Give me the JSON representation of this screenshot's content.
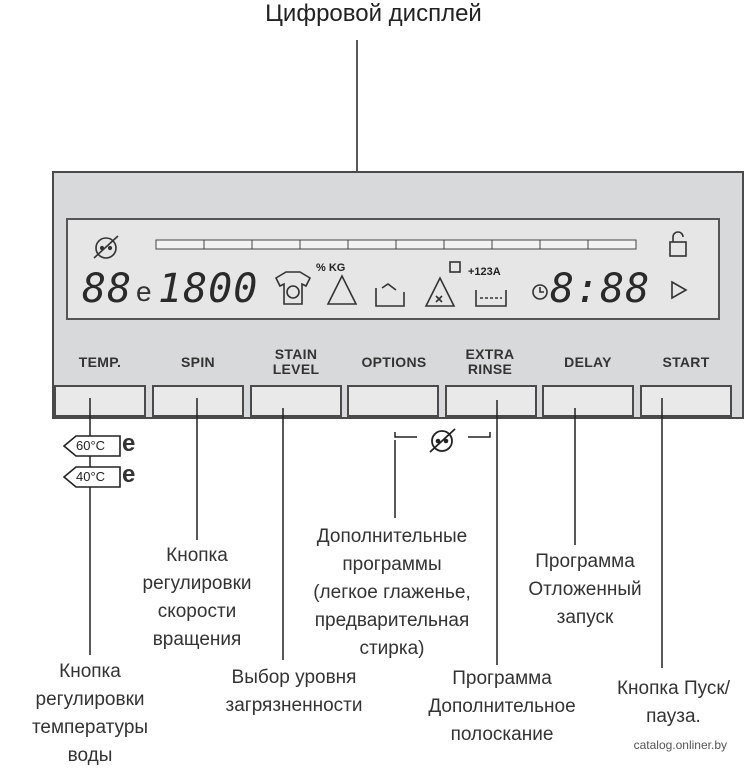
{
  "title": "Цифровой дисплей",
  "display": {
    "temp_digits": "88",
    "spin_digits": "1800",
    "eco_symbol": "e",
    "time_digits": "8:88",
    "percent_kg": "% KG",
    "extra_rinse_symbol": "+123A"
  },
  "buttons": [
    {
      "label": "TEMP."
    },
    {
      "label": "SPIN"
    },
    {
      "label": "STAIN\nLEVEL"
    },
    {
      "label": "OPTIONS"
    },
    {
      "label": "EXTRA\nRINSE"
    },
    {
      "label": "DELAY"
    },
    {
      "label": "START"
    }
  ],
  "temp_tags": [
    {
      "text": "60°C",
      "eco": "e"
    },
    {
      "text": "40°C",
      "eco": "e"
    }
  ],
  "captions": {
    "temp": "Кнопка\nрегулировки\nтемпературы\nводы",
    "spin": "Кнопка\nрегулировки\nскорости\nвращения",
    "stain": "Выбор уровня\nзагрязненности",
    "options": "Дополнительные\nпрограммы\n(легкое глаженье,\nпредварительная\nстирка)",
    "extra_rinse": "Программа\nДополнительное\nполоскание",
    "delay": "Программа\nОтложенный\nзапуск",
    "start": "Кнопка Пуск/\nпауза."
  },
  "watermark": "catalog.onliner.by",
  "colors": {
    "panel": "#d8d9da",
    "border": "#4a4a4a",
    "display": "#e6e6e6"
  }
}
